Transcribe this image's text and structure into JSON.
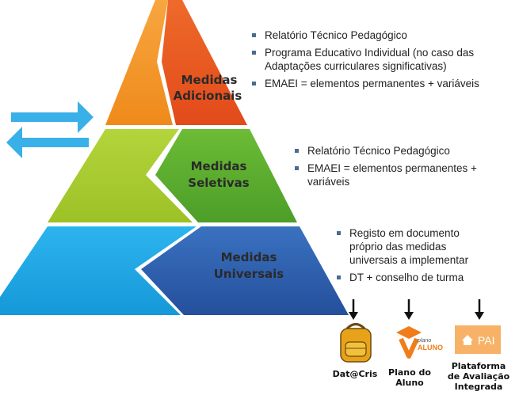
{
  "tiers": [
    {
      "id": "adicionais",
      "label_line1": "Medidas",
      "label_line2": "Adicionais"
    },
    {
      "id": "seletivas",
      "label_line1": "Medidas",
      "label_line2": "Seletivas"
    },
    {
      "id": "universais",
      "label_line1": "Medidas",
      "label_line2": "Universais"
    }
  ],
  "lists": {
    "adicionais": [
      "Relatório Técnico Pedagógico",
      "Programa Educativo Individual (no caso das Adaptações curriculares significativas)",
      "EMAEI = elementos permanentes + variáveis"
    ],
    "seletivas": [
      "Relatório Técnico Pedagógico",
      "EMAEI = elementos permanentes + variáveis"
    ],
    "universais": [
      "Registo em documento próprio das medidas universais a implementar",
      "DT + conselho de turma"
    ]
  },
  "tools": [
    {
      "label": "Dat@Cris",
      "icon": "backpack-icon"
    },
    {
      "label_line1": "Plano do",
      "label_line2": "Aluno",
      "logo_small": "plano",
      "logo_big": "ALUNO",
      "icon": "plano-aluno-logo"
    },
    {
      "label_line1": "Plataforma",
      "label_line2": "de Avaliação",
      "label_line3": "Integrada",
      "logo_text": "PAI",
      "icon": "pai-logo"
    }
  ],
  "colors": {
    "orange": "#f28e1c",
    "red_orange": "#e8541e",
    "yellow_green": "#a8cc2c",
    "green": "#5cae2e",
    "light_blue": "#1fa8e6",
    "blue": "#2b5fac",
    "arrow": "#3ab0e8"
  }
}
